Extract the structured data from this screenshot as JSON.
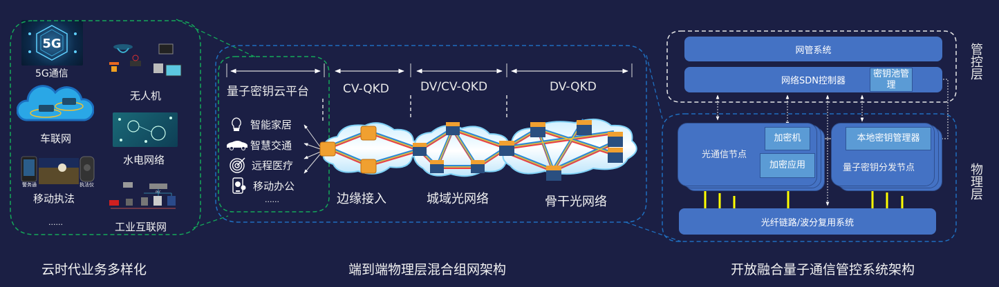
{
  "left_panel": {
    "title": "云时代业务多样化",
    "items": [
      {
        "label": "5G通信",
        "icon": "5g-icon"
      },
      {
        "label": "无人机",
        "icon": "drone-icon"
      },
      {
        "label": "车联网",
        "icon": "connected-car-cloud-icon"
      },
      {
        "label": "水电网络",
        "icon": "utility-network-icon"
      },
      {
        "label": "移动执法",
        "icon": "mobile-law-enforcement-icon",
        "sublabels": [
          "警务通",
          "执法仪"
        ]
      },
      {
        "label": "工业互联网",
        "icon": "industrial-internet-icon",
        "sublabels": [
          "PLC"
        ]
      },
      {
        "label": "......"
      }
    ]
  },
  "middle_panel": {
    "title": "端到端物理层混合组网架构",
    "cloud_platform": {
      "title": "量子密钥云平台",
      "services": [
        {
          "label": "智能家居",
          "icon": "lightbulb-icon"
        },
        {
          "label": "智慧交通",
          "icon": "car-icon"
        },
        {
          "label": "远程医疗",
          "icon": "target-icon"
        },
        {
          "label": "移动办公",
          "icon": "mobile-payment-icon"
        }
      ],
      "more": "......"
    },
    "segments": [
      {
        "label": "CV-QKD"
      },
      {
        "label": "DV/CV-QKD"
      },
      {
        "label": "DV-QKD"
      }
    ],
    "networks": [
      {
        "label": "边缘接入"
      },
      {
        "label": "城域光网络"
      },
      {
        "label": "骨干光网络"
      }
    ]
  },
  "right_panel": {
    "title": "开放融合量子通信管控系统架构",
    "management_layer_label": "管控层",
    "physical_layer_label": "物理层",
    "network_mgmt": "网管系统",
    "sdn_controller": "网络SDN控制器",
    "key_pool": "密钥池管理",
    "optical_node": "光通信节点",
    "encryptor": "加密机",
    "encrypted_app": "加密应用",
    "local_key_manager": "本地密钥管理器",
    "qkd_node": "量子密钥分发节点",
    "fiber_system": "光纤链路/波分复用系统"
  },
  "colors": {
    "background": "#1b1f44",
    "box_blue": "#4472c4",
    "sub_box_blue": "#5b9bd5",
    "green_dash": "#14a85a",
    "blue_dash": "#1f6fc0",
    "yellow_link": "#ffff00"
  }
}
